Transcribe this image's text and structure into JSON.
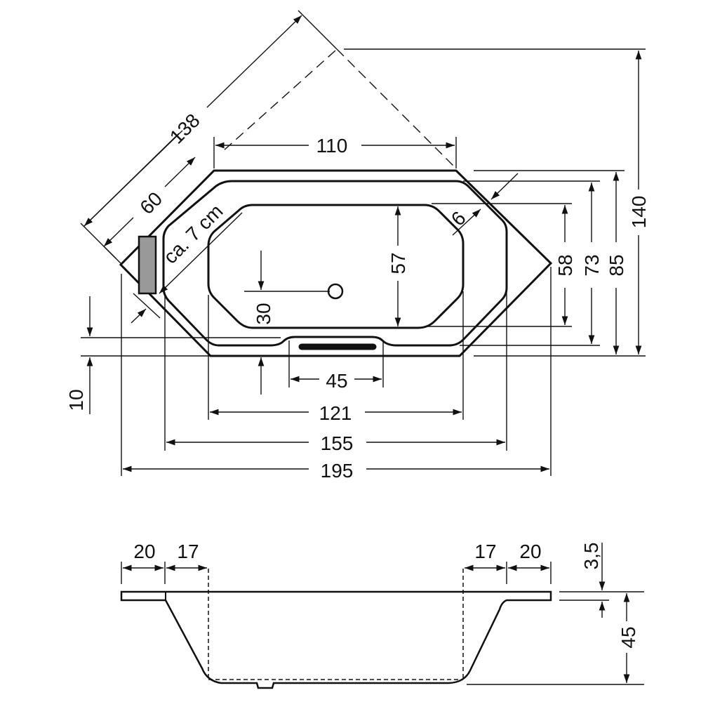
{
  "top_view": {
    "dim_diagonal_total": "138",
    "dim_diagonal_side": "60",
    "dim_panel": "ca. 7 cm",
    "dim_top_width": "110",
    "dim_rim": "6",
    "dim_basin_depth": "57",
    "dim_drain_offset": "30",
    "dim_slot": "45",
    "dim_front_rim": "10",
    "dim_basin_width": "121",
    "dim_inner_width": "155",
    "dim_total_width": "195",
    "dim_right_58": "58",
    "dim_right_73": "73",
    "dim_right_85": "85",
    "dim_right_140": "140"
  },
  "side_view": {
    "dim_left_rim": "20",
    "dim_left_slope": "17",
    "dim_right_slope": "17",
    "dim_right_rim": "20",
    "dim_rim_thickness": "3,5",
    "dim_depth": "45"
  },
  "colors": {
    "line": "#111111",
    "panel": "#999999"
  }
}
